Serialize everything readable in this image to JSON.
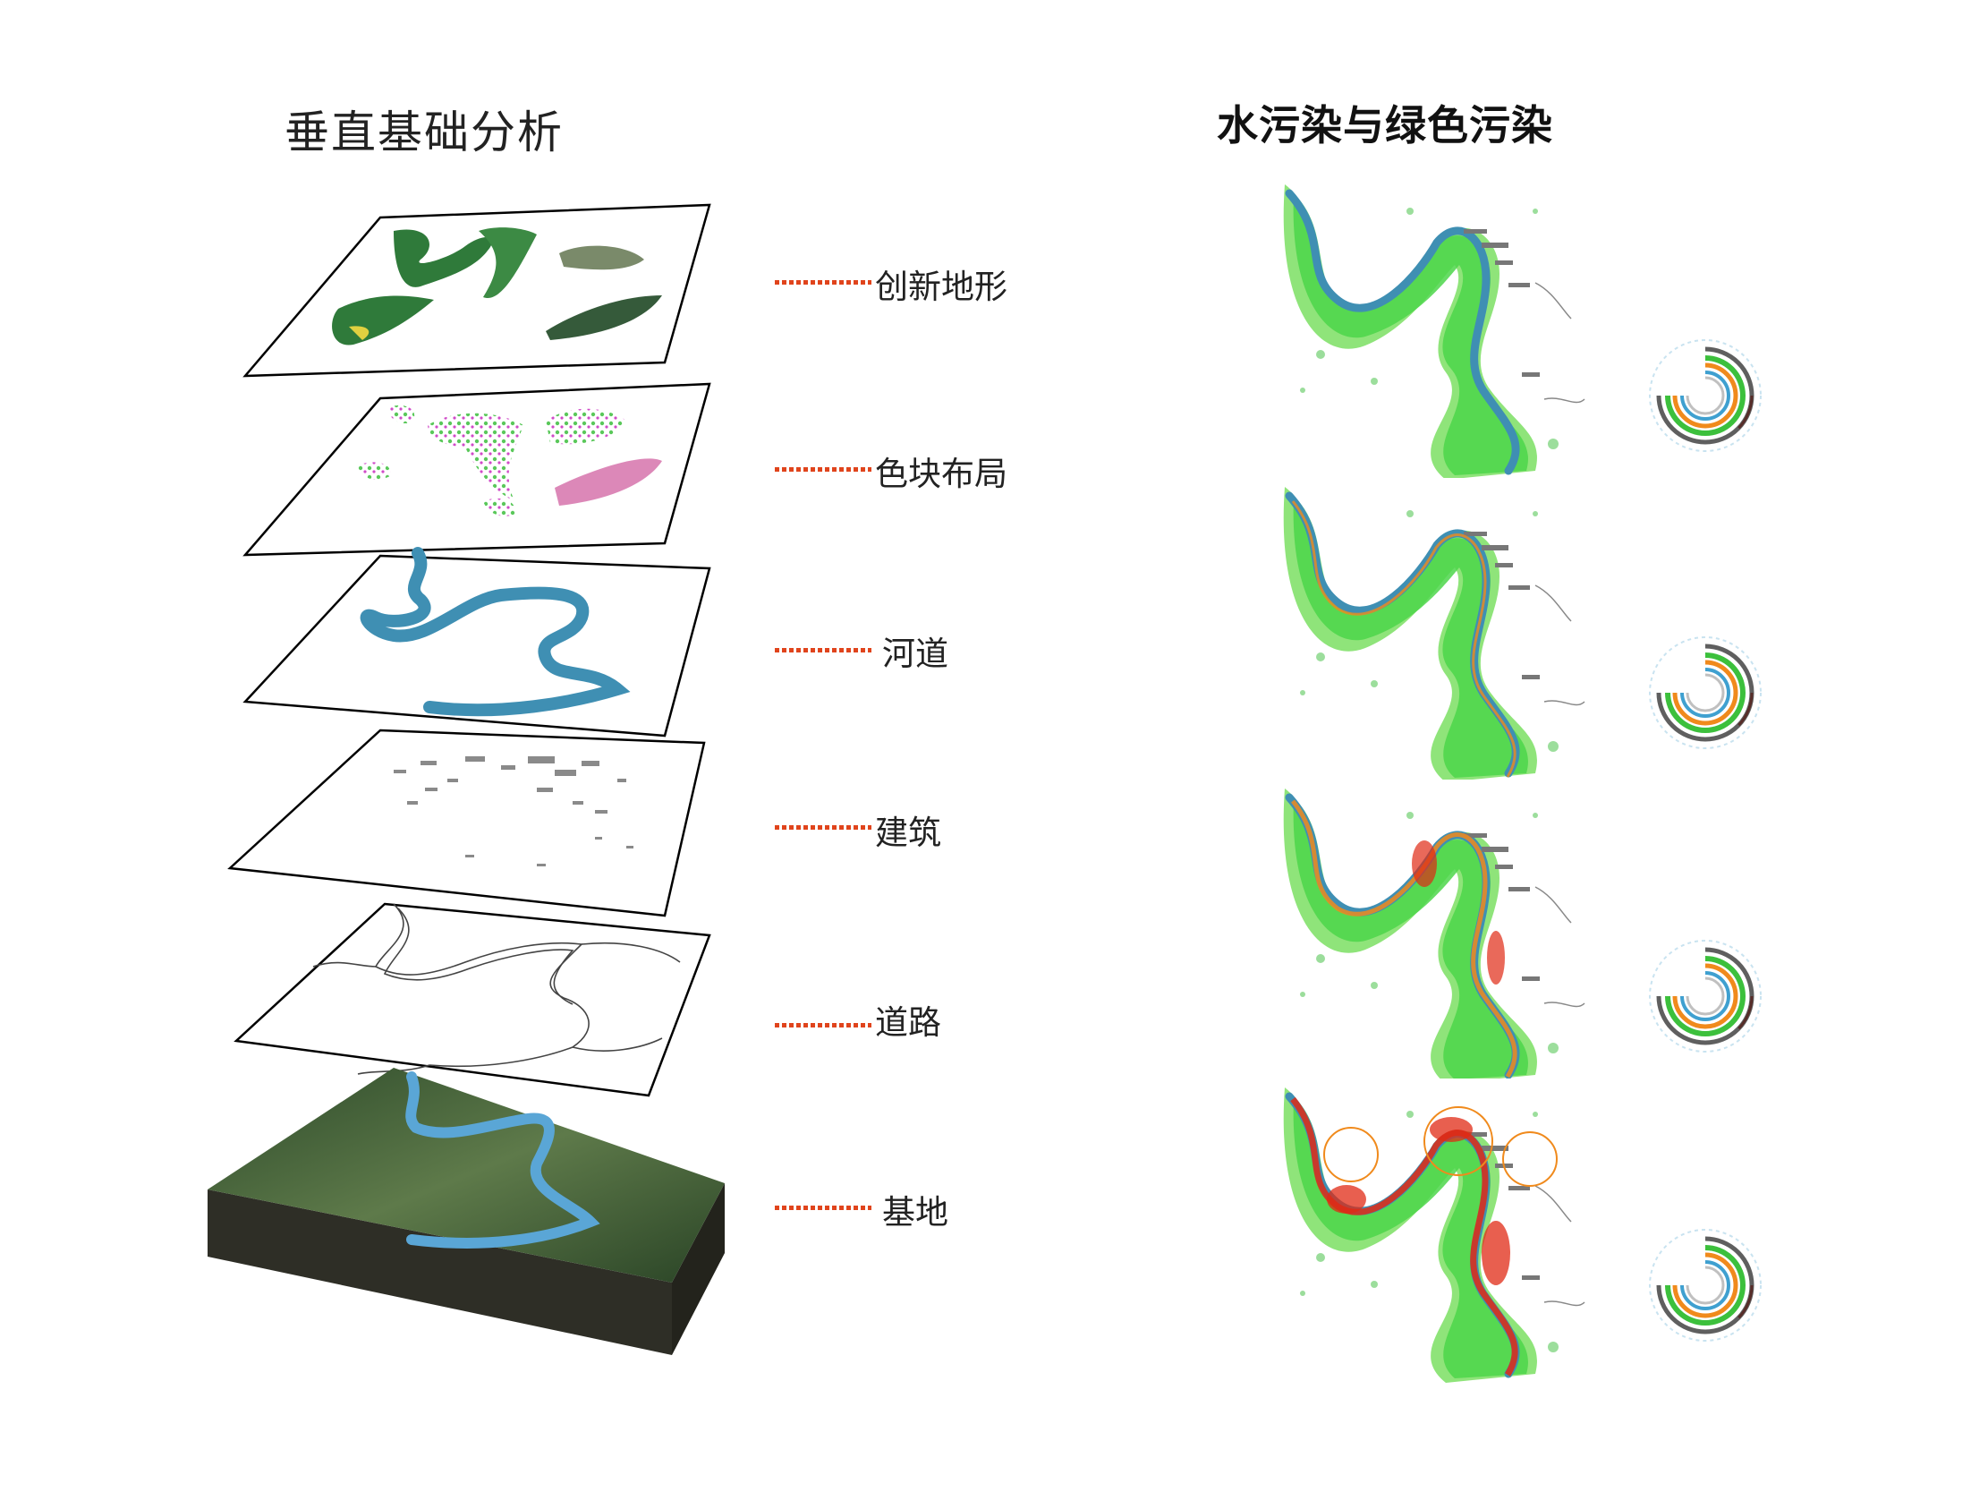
{
  "left_title": "垂直基础分析",
  "right_title": "水污染与绿色污染",
  "layers": [
    {
      "label": "创新地形",
      "content": "terrain-patches"
    },
    {
      "label": "色块布局",
      "content": "color-block-patches"
    },
    {
      "label": "河道",
      "content": "river"
    },
    {
      "label": "建筑",
      "content": "buildings"
    },
    {
      "label": "道路",
      "content": "roads"
    },
    {
      "label": "基地",
      "content": "satellite-base"
    }
  ],
  "maps": [
    {
      "name": "pollution-map-1"
    },
    {
      "name": "pollution-map-2"
    },
    {
      "name": "pollution-map-3"
    },
    {
      "name": "pollution-map-4"
    }
  ],
  "colors": {
    "leader": "#e0441c",
    "river": "#3f8fb3",
    "green_light": "#b8f0a0",
    "green": "#4cd64a",
    "green_dark": "#1c8a2a",
    "orange": "#f08a1c",
    "red": "#e02a14",
    "base_side": "#2e2e26"
  }
}
